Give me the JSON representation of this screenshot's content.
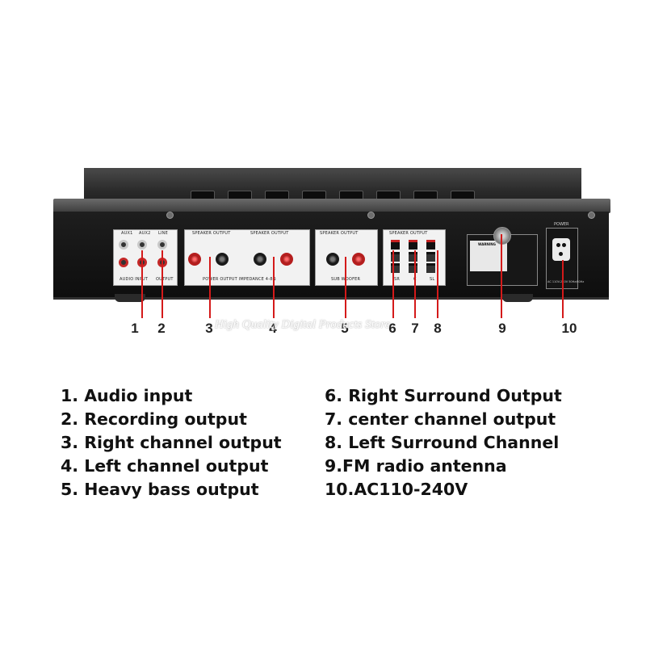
{
  "image": {
    "subject": "Rear panel of a black stereo/surround amplifier with numbered red callouts",
    "watermark": "High Quality Digital Products Store",
    "colors": {
      "callout": "#d41a1a",
      "chassis": "#1a1a1a",
      "background": "#ffffff"
    }
  },
  "panel_labels": {
    "aux1": "AUX1",
    "aux2": "AUX2",
    "line": "LINE",
    "audio_input": "AUDIO INPUT",
    "output": "OUTPUT",
    "speaker_output_a": "SPEAKER OUTPUT",
    "speaker_output_b": "SPEAKER OUTPUT",
    "speaker_output_c": "SPEAKER OUTPUT",
    "speaker_output_d": "SPEAKER OUTPUT",
    "power_output_impedance": "POWER OUTPUT IMPEDANCE 4-8Ω",
    "subwoofer": "SUB WOOFER",
    "sr": "SR",
    "c": "C",
    "sl": "SL",
    "warning": "WARNING",
    "power": "POWER",
    "ac_rating": "AC 110V-240V 50Hz/60Hz"
  },
  "callouts": [
    {
      "number": "1"
    },
    {
      "number": "2"
    },
    {
      "number": "3"
    },
    {
      "number": "4"
    },
    {
      "number": "5"
    },
    {
      "number": "6"
    },
    {
      "number": "7"
    },
    {
      "number": "8"
    },
    {
      "number": "9"
    },
    {
      "number": "10"
    }
  ],
  "legend": {
    "left": [
      "1. Audio input",
      "2. Recording output",
      "3. Right channel output",
      "4. Left channel output",
      "5. Heavy bass output"
    ],
    "right": [
      "6. Right Surround Output",
      "7. center channel output",
      "8. Left Surround Channel",
      "9.FM radio antenna",
      "10.AC110-240V"
    ]
  }
}
